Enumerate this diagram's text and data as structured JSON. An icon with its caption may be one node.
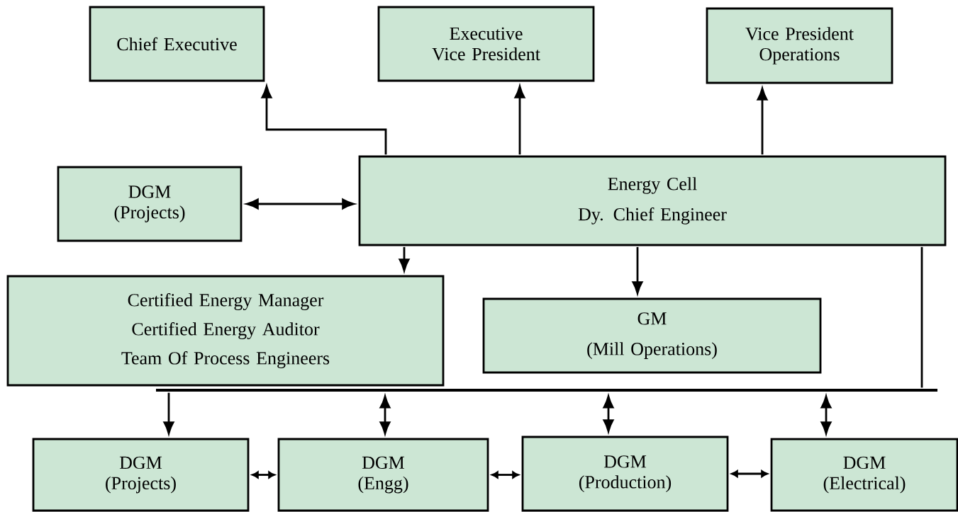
{
  "diagram": {
    "nodes": [
      {
        "text": [
          "Chief Executive"
        ]
      },
      {
        "text": [
          "Executive Vice President"
        ]
      },
      {
        "text": [
          "Vice President Operations"
        ]
      },
      {
        "text": [
          "DGM (Projects)"
        ]
      },
      {
        "text": [
          "Energy Cell",
          "Dy. Chief Engineer"
        ]
      },
      {
        "text": [
          "Certified Energy Manager",
          "Certified Energy Auditor",
          "Team Of Process Engineers"
        ]
      },
      {
        "text": [
          "GM",
          "(Mill Operations)"
        ]
      },
      {
        "text": [],
        "shape": "bar"
      },
      {
        "text": [
          "DGM (Projects)"
        ]
      },
      {
        "text": [
          "DGM (Engg)"
        ]
      },
      {
        "text": [
          "DGM (Production)"
        ]
      },
      {
        "text": [
          "DGM (Electrical)"
        ]
      }
    ],
    "edges": [
      {
        "from": 4,
        "to": 0,
        "arrow": "to"
      },
      {
        "from": 4,
        "to": 1,
        "arrow": "to"
      },
      {
        "from": 4,
        "to": 2,
        "arrow": "to"
      },
      {
        "from": 3,
        "to": 4,
        "arrow": "both"
      },
      {
        "from": 4,
        "to": 5,
        "arrow": "to"
      },
      {
        "from": 4,
        "to": 6,
        "arrow": "to"
      },
      {
        "from": 4,
        "to": 7,
        "arrow": "none"
      },
      {
        "from": 7,
        "to": 8,
        "arrow": "to"
      },
      {
        "from": 7,
        "to": 9,
        "arrow": "both"
      },
      {
        "from": 7,
        "to": 10,
        "arrow": "both"
      },
      {
        "from": 7,
        "to": 11,
        "arrow": "both"
      },
      {
        "from": 8,
        "to": 9,
        "arrow": "both"
      },
      {
        "from": 9,
        "to": 10,
        "arrow": "both"
      },
      {
        "from": 10,
        "to": 11,
        "arrow": "both"
      }
    ]
  }
}
